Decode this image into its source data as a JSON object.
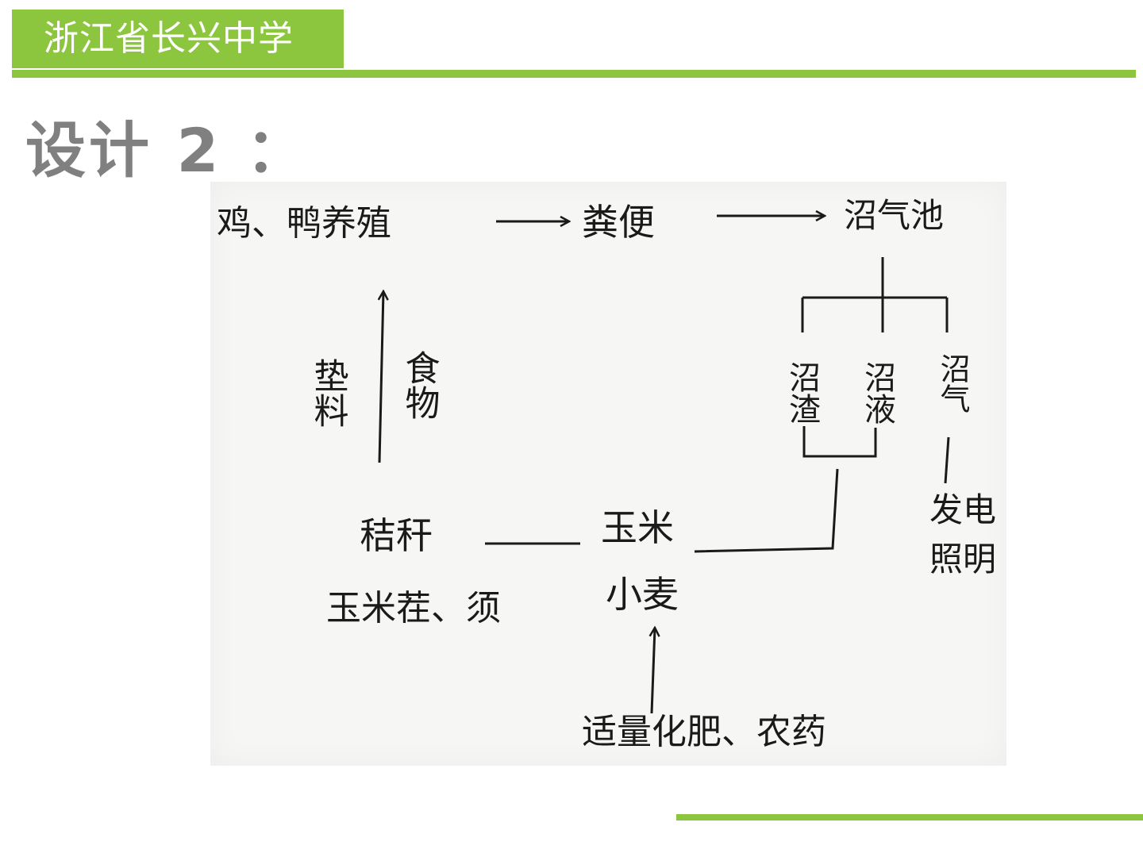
{
  "header": {
    "school_name": "浙江省长兴中学"
  },
  "slide": {
    "title": "设计 2 ："
  },
  "diagram": {
    "nodes": {
      "poultry": "鸡、鸭养殖",
      "manure": "粪便",
      "biogas_pool": "沼气池",
      "residue": "沼渣",
      "liquid": "沼液",
      "biogas": "沼气",
      "power": "发电",
      "lighting": "照明",
      "straw": "秸秆",
      "corn_parts": "玉米茬、须",
      "corn": "玉米",
      "wheat": "小麦",
      "fertilizer": "适量化肥、农药"
    },
    "edge_labels": {
      "bedding": "垫料",
      "food": "食物"
    }
  },
  "colors": {
    "accent": "#8cc63f",
    "title_gray": "#808080",
    "ink": "#1a1a1a"
  }
}
